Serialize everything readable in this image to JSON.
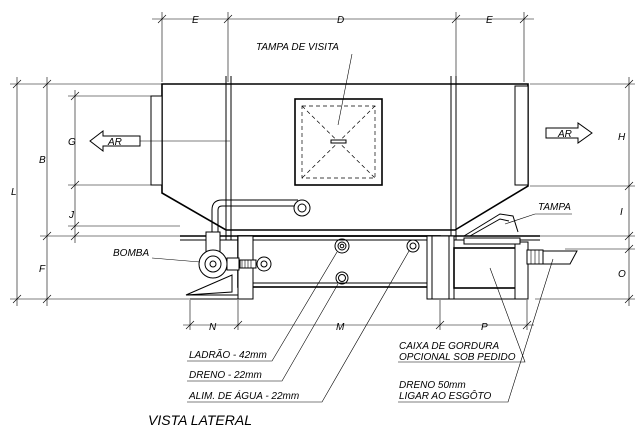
{
  "title": "VISTA LATERAL",
  "dimensions": {
    "top": [
      "E",
      "D",
      "E"
    ],
    "left_outer": "L",
    "left_inner": [
      "B",
      "F"
    ],
    "left_mid": [
      "G",
      "J"
    ],
    "right": [
      "H",
      "I",
      "O"
    ],
    "bottom": [
      "N",
      "M",
      "P"
    ]
  },
  "labels": {
    "tampa_visita": "TAMPA DE VISITA",
    "tampa": "TAMPA",
    "bomba": "BOMBA",
    "ar_left": "AR",
    "ar_right": "AR",
    "ladrao": "LADRÃO - 42mm",
    "dreno": "DRENO - 22mm",
    "alim_agua": "ALIM. DE ÁGUA - 22mm",
    "caixa_gordura_1": "CAIXA DE GORDURA",
    "caixa_gordura_2": "OPCIONAL SOB PEDIDO",
    "dreno_50_1": "DRENO 50mm",
    "dreno_50_2": "LIGAR AO ESGÔTO"
  }
}
